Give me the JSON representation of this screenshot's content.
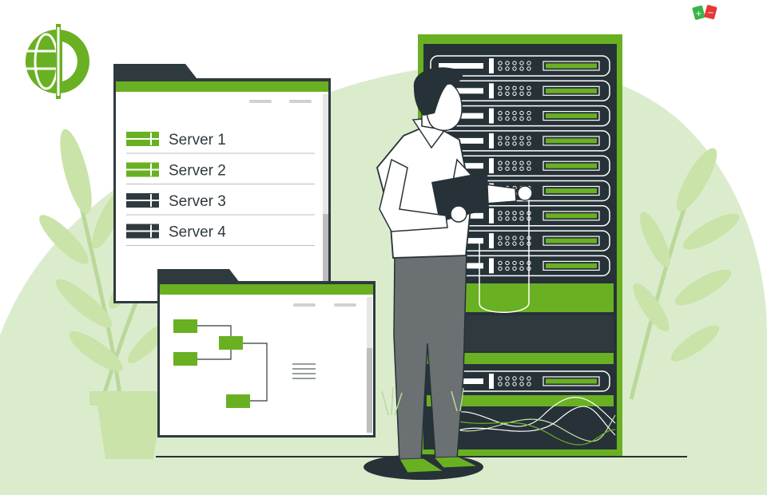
{
  "colors": {
    "accent": "#6ab023",
    "accent_light": "#c9e3a8",
    "background_blob": "#dbeccd",
    "dark": "#263238",
    "window_frame": "#2f3a3f",
    "badge_green": "#3cb44b",
    "badge_red": "#e53935"
  },
  "icons": {
    "logo": "globe-half-logo-icon",
    "badge": "plus-minus-badge-icon"
  },
  "server_window": {
    "servers": [
      {
        "label": "Server 1",
        "status": "online"
      },
      {
        "label": "Server 2",
        "status": "online"
      },
      {
        "label": "Server 3",
        "status": "offline"
      },
      {
        "label": "Server 4",
        "status": "offline"
      }
    ]
  },
  "rack": {
    "unit_count": 11
  }
}
